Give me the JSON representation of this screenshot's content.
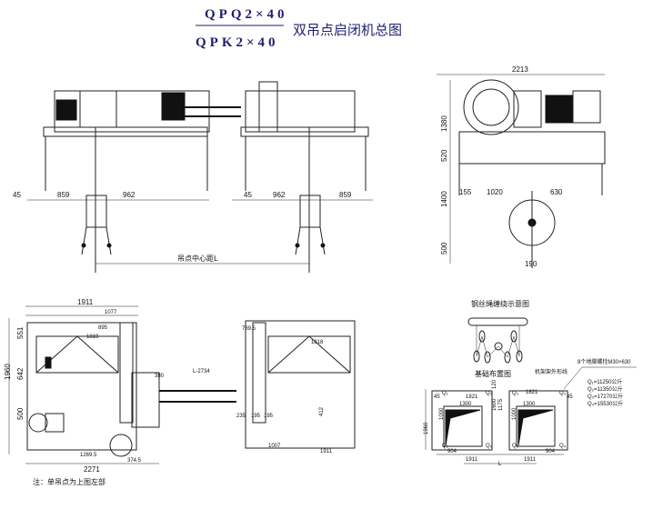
{
  "title": {
    "model_top": "QPQ2×40",
    "model_bottom": "QPK2×40",
    "name": "双吊点启闭机总图"
  },
  "front_view": {
    "dims": [
      "45",
      "859",
      "962",
      "45",
      "962",
      "859"
    ],
    "center_distance": "吊点中心距L"
  },
  "side_view": {
    "width": "2213",
    "dims_vertical": [
      "1380",
      "520",
      "1400",
      "500"
    ],
    "dims_horizontal": [
      "155",
      "1020",
      "630",
      "190"
    ]
  },
  "plan_view": {
    "left": {
      "width": "1911",
      "d1077": "1077",
      "d895": "895",
      "d1819": "1819",
      "v551": "551",
      "v642": "642",
      "v1960": "1960",
      "v500": "500",
      "d1269": "1269.5",
      "d374": "374.5",
      "d2271": "2271"
    },
    "shaft": {
      "d380": "380",
      "length": "L-2734",
      "d235": "235",
      "d195a": "195",
      "d195b": "195"
    },
    "right": {
      "d789": "789.5",
      "d1818": "1818",
      "v412": "412",
      "d1007": "1007",
      "width": "1911"
    },
    "note": "注：单吊点为上图左部"
  },
  "rope_diagram": {
    "title": "钢丝绳缠绕示意图"
  },
  "foundation": {
    "title": "基础布置图",
    "frame_outline": "机架架外形线",
    "bolts": "8个地脚螺栓M30×630",
    "loads": [
      "Q₁=11250公斤",
      "Q₂=11350公斤",
      "Q₃=17270公斤",
      "Q₄=15530公斤"
    ],
    "dims": {
      "d45a": "45",
      "d1821a": "1821",
      "d1821b": "1821",
      "d45b": "45",
      "d1300a": "1300",
      "d1300b": "1300",
      "v1960": "1960",
      "v1000a": "1000",
      "v1000b": "1000",
      "d904a": "904",
      "d1911a": "1911",
      "d904b": "904",
      "d1911b": "1911",
      "L": "L",
      "v1600": "1600",
      "v1175": "1175",
      "v120": "120",
      "q_labels": [
        "Q₁",
        "Q₂",
        "Q₃",
        "Q₄",
        "Q₁",
        "Q₂",
        "Q₃",
        "Q₄"
      ]
    }
  }
}
